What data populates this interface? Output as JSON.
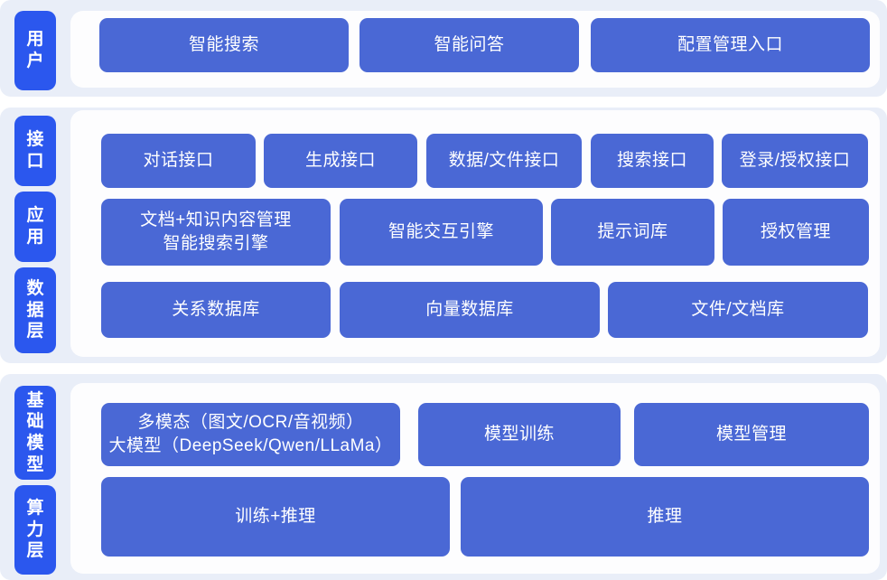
{
  "colors": {
    "layer_pill_blue": "#2b57ee",
    "block_blue": "#4a68d5",
    "section_band_blue": "#e9eef8",
    "panel_white": "#fdfdfe",
    "text_white": "#ffffff"
  },
  "user_section": {
    "pill": "用户",
    "buttons": [
      "智能搜索",
      "智能问答",
      "配置管理入口"
    ]
  },
  "interface_row": {
    "pill": "接口",
    "buttons": [
      "对话接口",
      "生成接口",
      "数据/文件接口",
      "搜索接口",
      "登录/授权接口"
    ]
  },
  "application_row": {
    "pill": "应用",
    "buttons": [
      {
        "lines": [
          "文档+知识内容管理",
          "智能搜索引擎"
        ]
      },
      "智能交互引擎",
      "提示词库",
      "授权管理"
    ]
  },
  "data_row": {
    "pill": "数据层",
    "buttons": [
      "关系数据库",
      "向量数据库",
      "文件/文档库"
    ]
  },
  "model_section": {
    "pill": "基础模型",
    "buttons": [
      {
        "lines": [
          "多模态（图文/OCR/音视频）",
          "大模型（DeepSeek/Qwen/LLaMa）"
        ]
      },
      "模型训练",
      "模型管理"
    ]
  },
  "compute_row": {
    "pill": "算力层",
    "buttons": [
      "训练+推理",
      "推理"
    ]
  }
}
